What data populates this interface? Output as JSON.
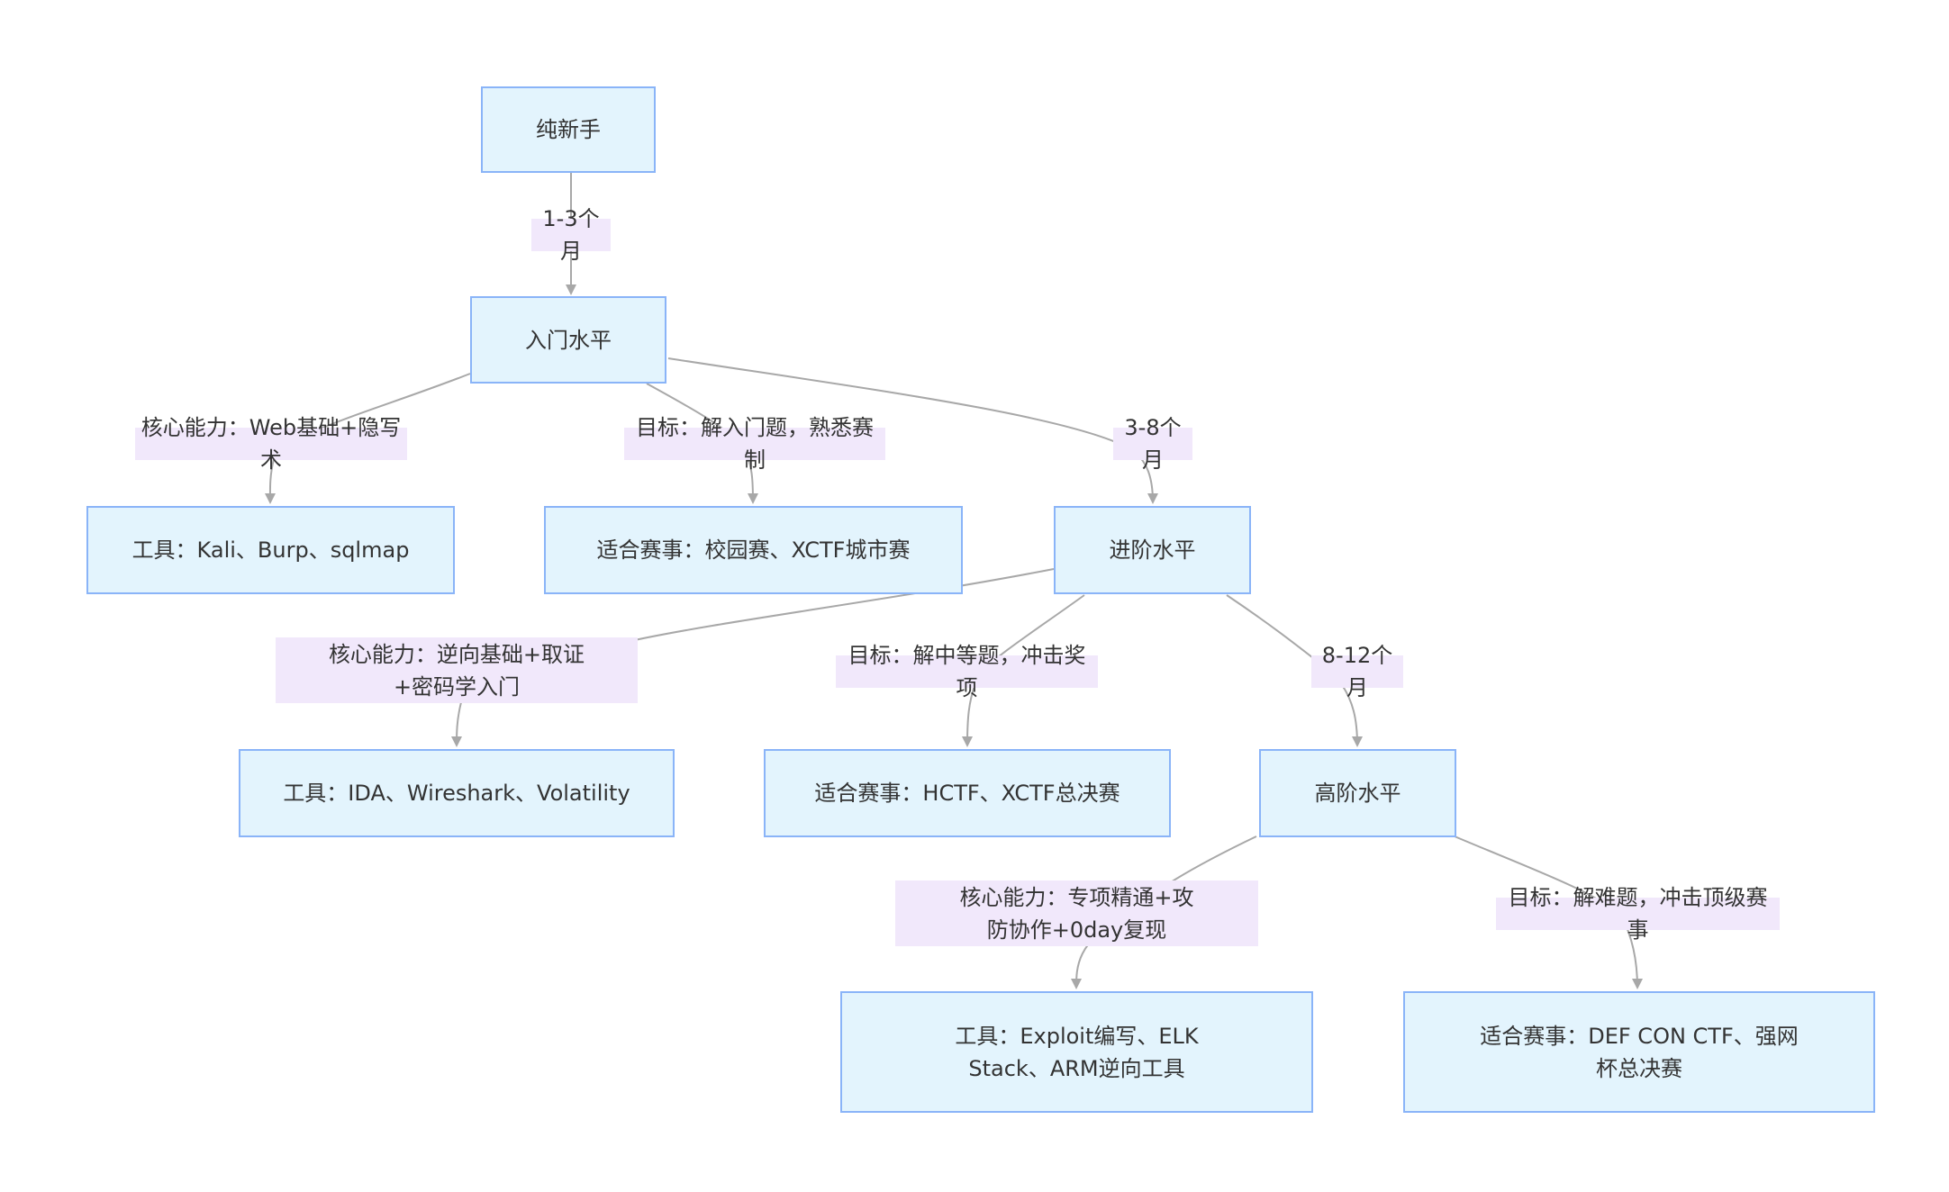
{
  "colors": {
    "node_fill": "#e3f4fd",
    "node_border": "#8ab4f8",
    "label_fill": "#f1e8fb",
    "edge": "#a8a8a8",
    "text": "#333333"
  },
  "nodes": {
    "beginner": "纯新手",
    "entry": "入门水平",
    "entry_tools": "工具：Kali、Burp、sqlmap",
    "entry_contests": "适合赛事：校园赛、XCTF城市赛",
    "advanced": "进阶水平",
    "advanced_tools": "工具：IDA、Wireshark、Volatility",
    "advanced_contests": "适合赛事：HCTF、XCTF总决赛",
    "expert": "高阶水平",
    "expert_tools": "工具：Exploit编写、ELK Stack、ARM逆向工具",
    "expert_contests": "适合赛事：DEF CON CTF、强网杯总决赛"
  },
  "edges": {
    "beginner_to_entry": "1-3个月",
    "entry_skill": "核心能力：Web基础+隐写术",
    "entry_goal": "目标：解入门题，熟悉赛制",
    "entry_to_advanced": "3-8个月",
    "advanced_skill": "核心能力：逆向基础+取证+密码学入门",
    "advanced_goal": "目标：解中等题，冲击奖项",
    "advanced_to_expert": "8-12个月",
    "expert_skill": "核心能力：专项精通+攻防协作+0day复现",
    "expert_goal": "目标：解难题，冲击顶级赛事"
  }
}
